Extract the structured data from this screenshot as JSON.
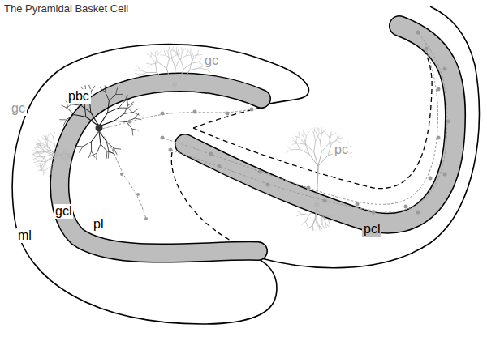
{
  "diagram": {
    "title": "The Pyramidal Basket Cell",
    "labels": [
      "gc",
      "pbc",
      "gc",
      "gcl",
      "pl",
      "ml",
      "pc",
      "pcl"
    ]
  }
}
